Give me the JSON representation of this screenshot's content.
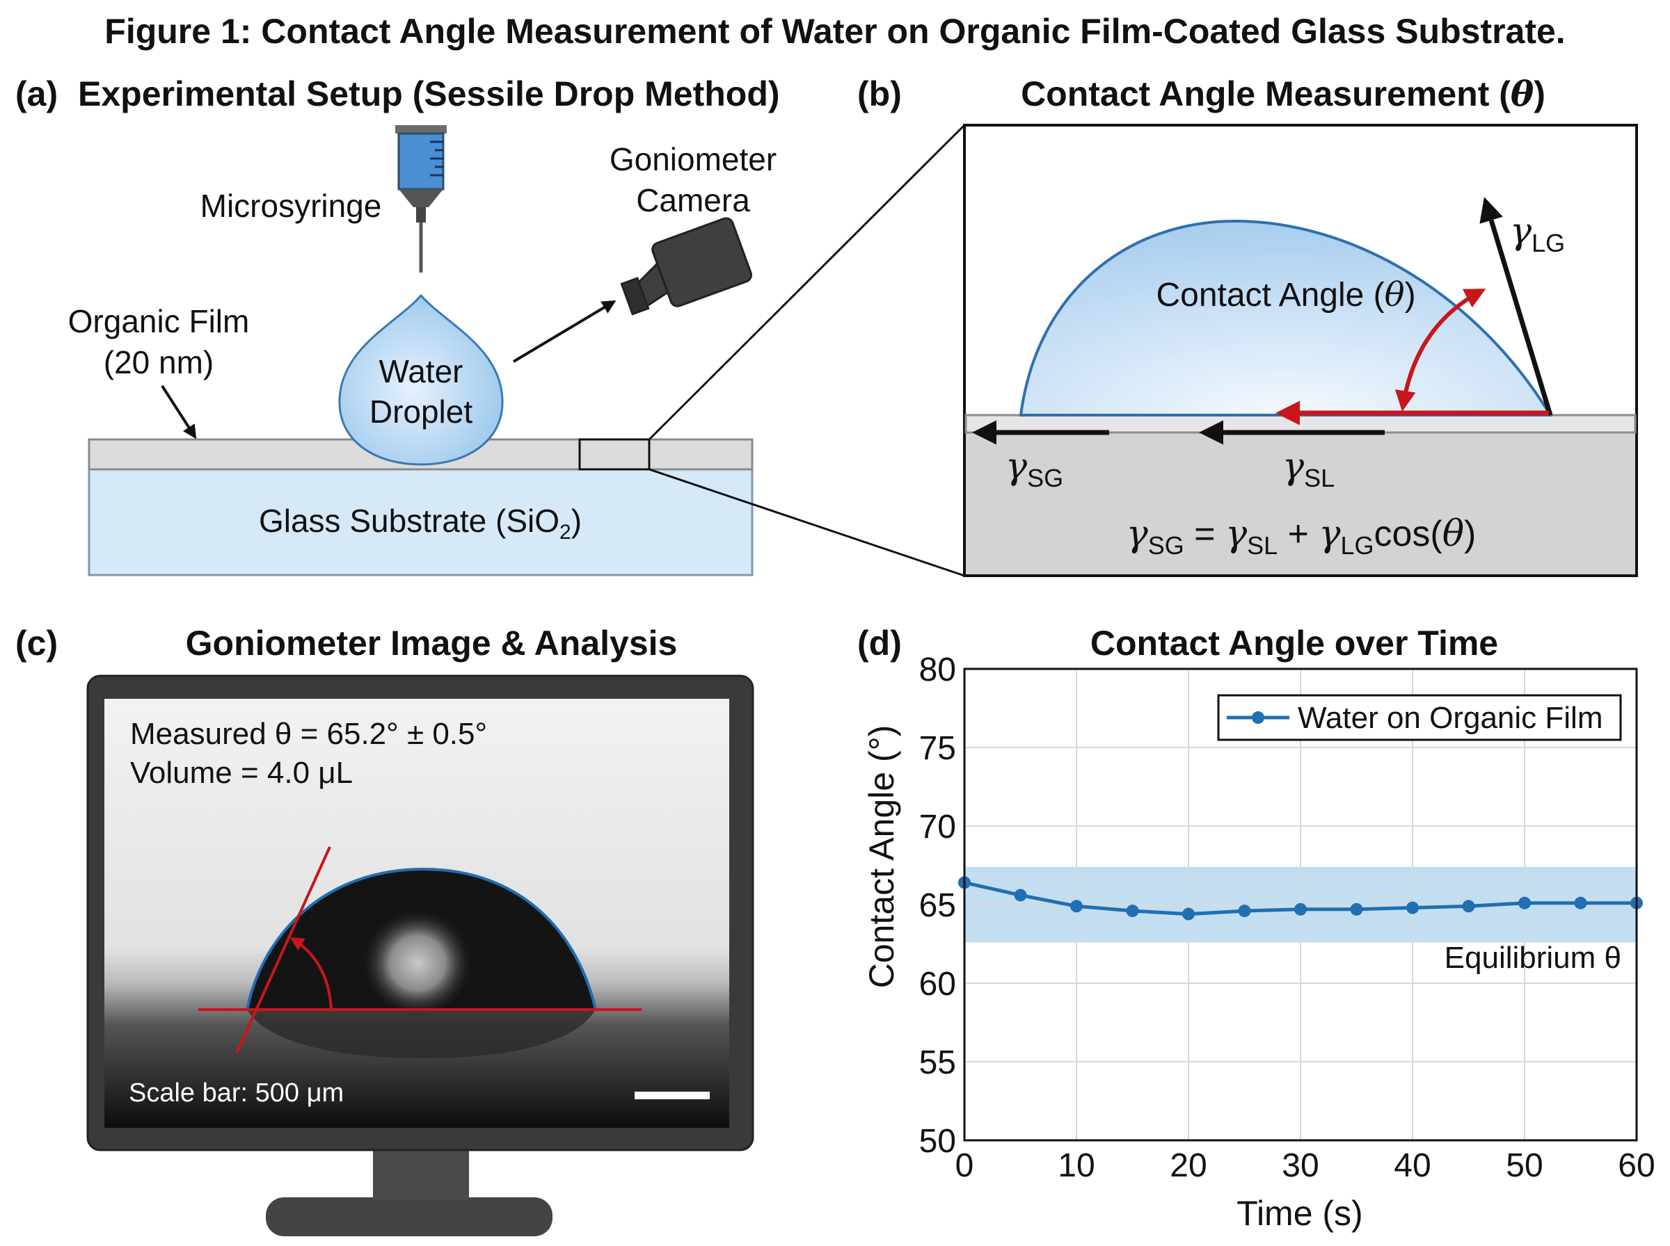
{
  "figure_title": "Figure 1: Contact Angle Measurement of Water on Organic Film-Coated Glass Substrate.",
  "panel_a": {
    "tag": "(a)",
    "title": "Experimental Setup (Sessile Drop Method)",
    "microsyringe": "Microsyringe",
    "camera_l1": "Goniometer",
    "camera_l2": "Camera",
    "film_l1": "Organic Film",
    "film_l2": "(20 nm)",
    "drop_l1": "Water",
    "drop_l2": "Droplet",
    "substrate": "Glass Substrate (SiO",
    "substrate_sub": "2",
    "substrate_end": ")"
  },
  "panel_b": {
    "tag": "(b)",
    "title_main": "Contact Angle Measurement (",
    "title_sym": "θ",
    "title_end": ")",
    "gamma": "γ",
    "sub_lg": "LG",
    "sub_sg": "SG",
    "sub_sl": "SL",
    "angle_label": "Contact Angle (",
    "angle_sym": "θ",
    "angle_end": ")",
    "eq_eq": " = ",
    "eq_plus": " + ",
    "eq_cos": "cos(",
    "eq_theta": "θ",
    "eq_close": ")"
  },
  "panel_c": {
    "tag": "(c)",
    "title": "Goniometer Image & Analysis",
    "measured": "Measured θ = 65.2° ± 0.5°",
    "volume": "Volume = 4.0 μL",
    "scale": "Scale bar: 500 μm"
  },
  "panel_d": {
    "tag": "(d)",
    "band_label": "Equilibrium θ"
  },
  "colors": {
    "series": "#1f6fb2",
    "band": "#b9d8ef",
    "arrow_red": "#c8161d",
    "droplet": "#a9d0f0",
    "glass": "#d6e9f6",
    "film": "#dcdcdc",
    "monitor": "#3a3a3a"
  },
  "chart_data": {
    "type": "line",
    "title": "Contact Angle over Time",
    "xlabel": "Time (s)",
    "ylabel": "Contact Angle (°)",
    "xlim": [
      0,
      60
    ],
    "ylim": [
      50,
      80
    ],
    "xticks": [
      0,
      10,
      20,
      30,
      40,
      50,
      60
    ],
    "yticks": [
      50,
      55,
      60,
      65,
      70,
      75,
      80
    ],
    "grid": true,
    "legend_position": "top-right",
    "series": [
      {
        "name": "Water on Organic Film",
        "color": "#1f6fb2",
        "x": [
          0,
          5,
          10,
          15,
          20,
          25,
          30,
          35,
          40,
          45,
          50,
          55,
          60
        ],
        "y": [
          66.4,
          65.6,
          64.9,
          64.6,
          64.4,
          64.6,
          64.7,
          64.7,
          64.8,
          64.9,
          65.1,
          65.1,
          65.1
        ]
      }
    ],
    "band": {
      "label": "Equilibrium θ",
      "y_from": 62.6,
      "y_to": 67.4
    }
  }
}
